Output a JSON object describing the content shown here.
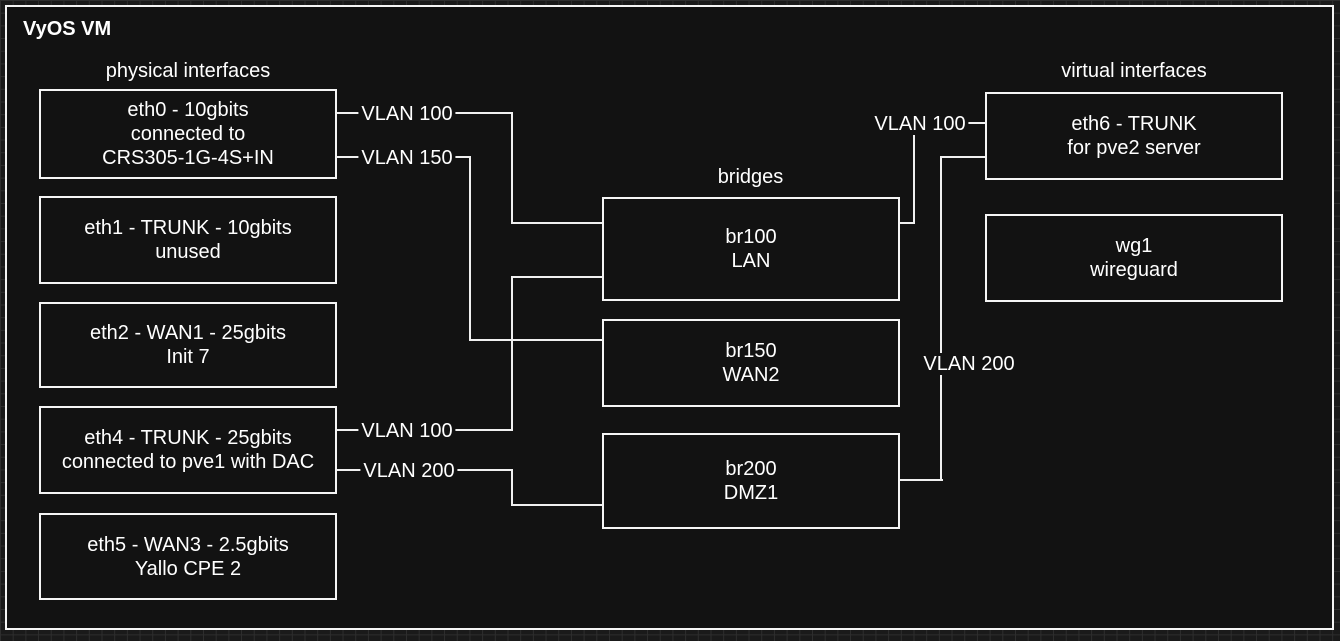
{
  "title": "VyOS VM",
  "colors": {
    "background": "#1a1a1a",
    "grid_line": "#2e2e2e",
    "panel_fill": "#121212",
    "shape_border": "#f5f5f5",
    "edge_line": "#f0f0f0",
    "text": "#ffffff"
  },
  "sections": {
    "physical": {
      "label": "physical interfaces",
      "boxes": [
        {
          "name": "eth0",
          "line1": "eth0 - 10gbits",
          "line2": "connected to",
          "line3": "CRS305-1G-4S+IN"
        },
        {
          "name": "eth1",
          "line1": "eth1 - TRUNK - 10gbits",
          "line2": "unused"
        },
        {
          "name": "eth2",
          "line1": "eth2 - WAN1 - 25gbits",
          "line2": "Init 7"
        },
        {
          "name": "eth4",
          "line1": "eth4 - TRUNK - 25gbits",
          "line2": "connected to pve1 with DAC"
        },
        {
          "name": "eth5",
          "line1": "eth5 - WAN3 - 2.5gbits",
          "line2": "Yallo CPE 2"
        }
      ]
    },
    "bridges": {
      "label": "bridges",
      "boxes": [
        {
          "name": "br100",
          "line1": "br100",
          "line2": "LAN"
        },
        {
          "name": "br150",
          "line1": "br150",
          "line2": "WAN2"
        },
        {
          "name": "br200",
          "line1": "br200",
          "line2": "DMZ1"
        }
      ]
    },
    "virtual": {
      "label": "virtual interfaces",
      "boxes": [
        {
          "name": "eth6",
          "line1": "eth6 - TRUNK",
          "line2": "for pve2 server"
        },
        {
          "name": "wg1",
          "line1": "wg1",
          "line2": "wireguard"
        }
      ]
    }
  },
  "edges": [
    {
      "from": "eth0",
      "to": "br100",
      "label": "VLAN 100"
    },
    {
      "from": "eth0",
      "to": "br150",
      "label": "VLAN 150"
    },
    {
      "from": "eth4",
      "to": "br100",
      "label": "VLAN 100"
    },
    {
      "from": "eth4",
      "to": "br200",
      "label": "VLAN 200"
    },
    {
      "from": "br100",
      "to": "eth6",
      "label": "VLAN 100"
    },
    {
      "from": "br200",
      "to": "eth6",
      "label": "VLAN 200"
    }
  ]
}
